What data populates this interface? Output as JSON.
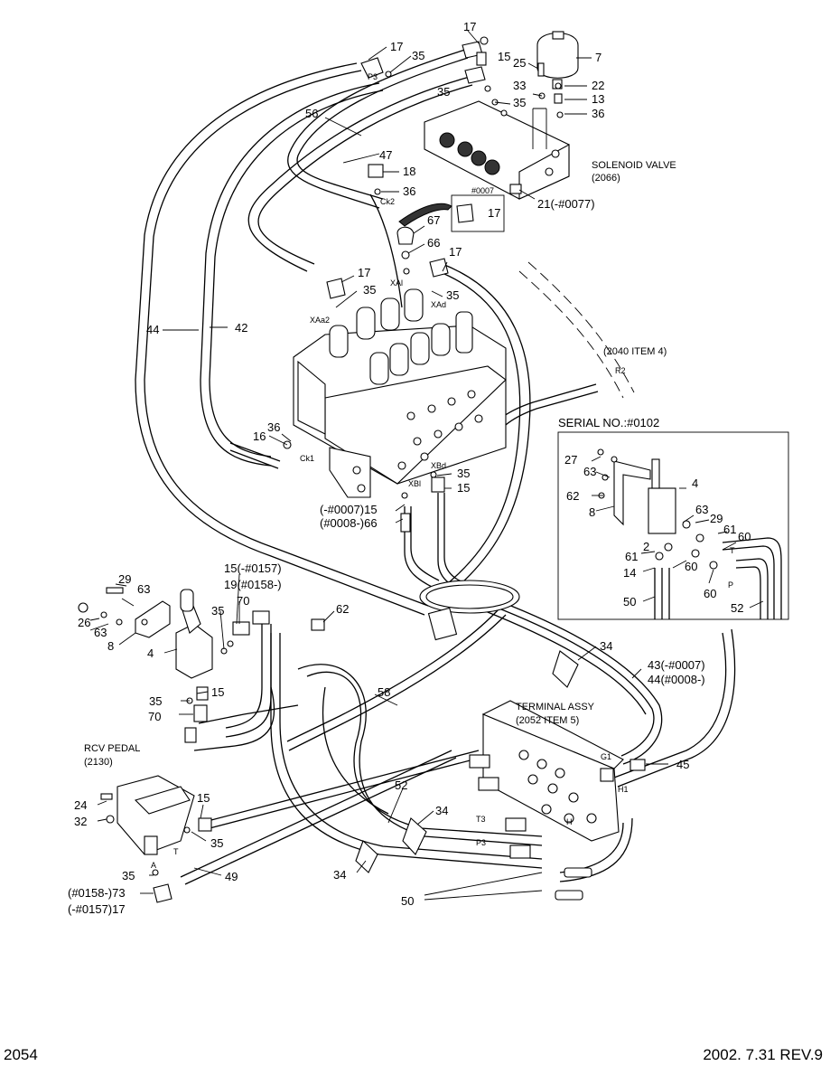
{
  "page": {
    "number": "2054",
    "revision": "2002. 7.31  REV.9"
  },
  "callouts": {
    "c17a": "17",
    "c17b": "17",
    "c15a": "15",
    "c7": "7",
    "c25": "25",
    "c35a": "35",
    "c22": "22",
    "c33": "33",
    "c13": "13",
    "c35b": "35",
    "c36a": "36",
    "c56": "56",
    "c47": "47",
    "c18": "18",
    "c36b": "36",
    "c21": "21(-#0077)",
    "c67": "67",
    "c17c": "17",
    "c66": "66",
    "c17d": "17",
    "c17e": "17",
    "c35c": "35",
    "c35d": "35",
    "c44": "44",
    "c42": "42",
    "c36c": "36",
    "c16": "16",
    "c35e": "35",
    "c15b": "15",
    "c1507": "(-#0007)15",
    "c6608": "(#0008-)66",
    "c27": "27",
    "c63a": "63",
    "c4a": "4",
    "c62a": "62",
    "c8a": "8",
    "c63b": "63",
    "c29a": "29",
    "c61a": "61",
    "c60a": "60",
    "c2": "2",
    "c61b": "61",
    "c14": "14",
    "c60b": "60",
    "c60c": "60",
    "c50a": "50",
    "c52a": "52",
    "c150157": "15(-#0157)",
    "c190158": "19(#0158-)",
    "c29b": "29",
    "c63c": "63",
    "c70a": "70",
    "c62b": "62",
    "c26": "26",
    "c63d": "63",
    "c35f": "35",
    "c8b": "8",
    "c4b": "4",
    "c15c": "15",
    "c35g": "35",
    "c70b": "70",
    "c34a": "34",
    "c43": "43(-#0007)",
    "c44b": "44(#0008-)",
    "c58": "58",
    "c45": "45",
    "c15d": "15",
    "c24": "24",
    "c32": "32",
    "c35h": "35",
    "c52b": "52",
    "c34b": "34",
    "c34c": "34",
    "c35i": "35",
    "c49": "49",
    "c73": "(#0158-)73",
    "c1757": "(-#0157)17",
    "c50b": "50"
  },
  "notes": {
    "solenoid_valve": "SOLENOID VALVE",
    "solenoid_ref": "(2066)",
    "ref_2040": "(2040 ITEM 4)",
    "serial_no": "SERIAL NO.:#0102",
    "terminal_assy": "TERMINAL ASSY",
    "terminal_ref": "(2052 ITEM 5)",
    "rcv_pedal": "RCV PEDAL",
    "rcv_ref": "(2130)",
    "inset_serial": "#0007"
  },
  "port_labels": {
    "P3": "P3",
    "Ck2": "Ck2",
    "XAl": "XAl",
    "XAd": "XAd",
    "XAa2": "XAa2",
    "R2": "R2",
    "Ck1": "Ck1",
    "XBd": "XBd",
    "XBl": "XBl",
    "T": "T",
    "P": "P",
    "G1": "G1",
    "H1": "H1",
    "H": "H",
    "T3": "T3",
    "P3b": "P3",
    "A": "A",
    "Tp": "T"
  }
}
